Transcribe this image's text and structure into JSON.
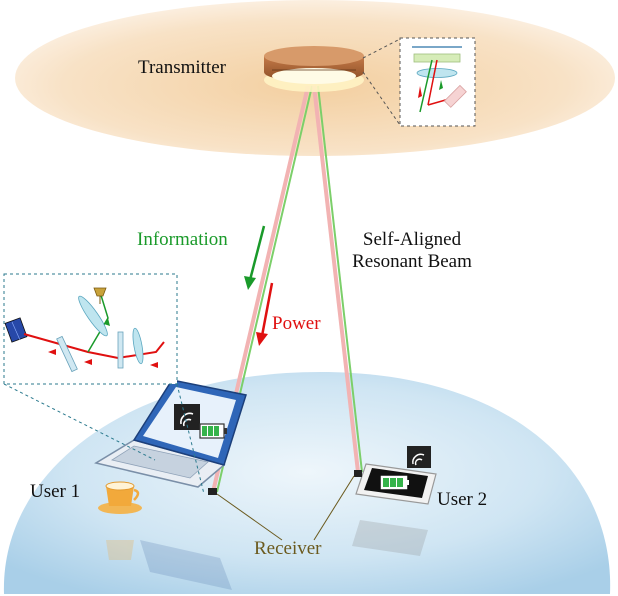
{
  "labels": {
    "transmitter": "Transmitter",
    "information": "Information",
    "power": "Power",
    "beam_line1": "Self-Aligned",
    "beam_line2": "Resonant Beam",
    "user1": "User 1",
    "user2": "User 2",
    "receiver": "Receiver"
  },
  "colors": {
    "information": "#1a9a2a",
    "power": "#e01010",
    "receiver": "#6b5a1e",
    "ceiling": "#f6d9b2",
    "floor": "#bfdcef",
    "beam_green": "#7ccf6a",
    "beam_pink": "#f2b3b3"
  },
  "icons": [
    "transmitter-device",
    "laptop-icon",
    "smartphone-icon",
    "coffee-cup-icon",
    "wifi-icon",
    "battery-icon",
    "solar-panel-icon"
  ]
}
